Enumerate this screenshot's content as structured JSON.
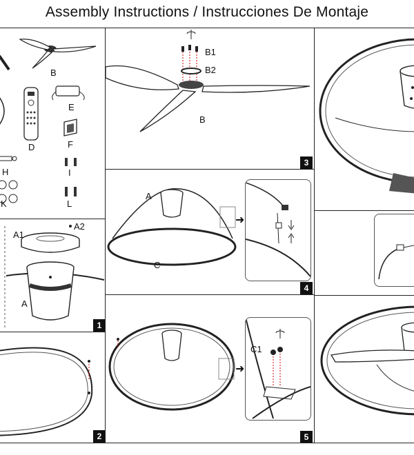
{
  "title": "Assembly Instructions / Instrucciones De Montaje",
  "parts_panel": {
    "labels": {
      "b": "B",
      "d": "D",
      "e": "E",
      "f": "F",
      "h": "H",
      "i": "I",
      "k": "K",
      "l": "L"
    }
  },
  "steps": [
    {
      "number": "1",
      "labels": {
        "a1": "A1",
        "a2": "A2",
        "a": "A"
      }
    },
    {
      "number": "2"
    },
    {
      "number": "3",
      "labels": {
        "b1": "B1",
        "b2": "B2",
        "b": "B"
      }
    },
    {
      "number": "4",
      "labels": {
        "a": "A",
        "c": "C"
      }
    },
    {
      "number": "5",
      "labels": {
        "c1": "C1"
      }
    }
  ]
}
